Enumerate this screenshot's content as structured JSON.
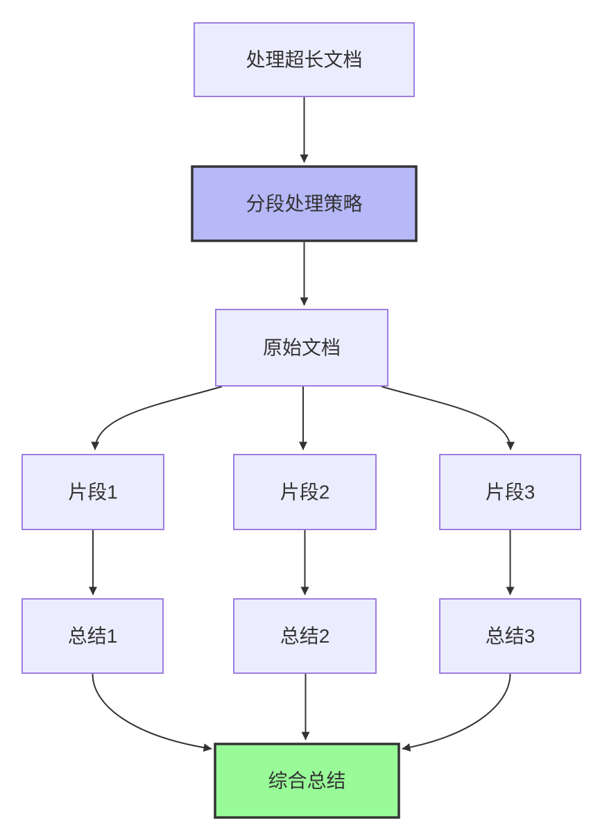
{
  "diagram": {
    "type": "flowchart",
    "direction": "top-down",
    "nodes": [
      {
        "id": "A",
        "label": "处理超长文档",
        "style": "default"
      },
      {
        "id": "B",
        "label": "分段处理策略",
        "style": "emphasis"
      },
      {
        "id": "C",
        "label": "原始文档",
        "style": "default"
      },
      {
        "id": "D",
        "label": "片段1",
        "style": "default"
      },
      {
        "id": "E",
        "label": "片段2",
        "style": "default"
      },
      {
        "id": "F",
        "label": "片段3",
        "style": "default"
      },
      {
        "id": "G",
        "label": "总结1",
        "style": "default"
      },
      {
        "id": "H",
        "label": "总结2",
        "style": "default"
      },
      {
        "id": "I",
        "label": "总结3",
        "style": "default"
      },
      {
        "id": "J",
        "label": "综合总结",
        "style": "result"
      }
    ],
    "edges": [
      {
        "from": "处理超长文档",
        "to": "分段处理策略"
      },
      {
        "from": "分段处理策略",
        "to": "原始文档"
      },
      {
        "from": "原始文档",
        "to": "片段1"
      },
      {
        "from": "原始文档",
        "to": "片段2"
      },
      {
        "from": "原始文档",
        "to": "片段3"
      },
      {
        "from": "片段1",
        "to": "总结1"
      },
      {
        "from": "片段2",
        "to": "总结2"
      },
      {
        "from": "片段3",
        "to": "总结3"
      },
      {
        "from": "总结1",
        "to": "综合总结"
      },
      {
        "from": "总结2",
        "to": "综合总结"
      },
      {
        "from": "总结3",
        "to": "综合总结"
      }
    ],
    "colors": {
      "background": "#FFFFFF",
      "node_fill": "#ECECFF",
      "node_border": "#9370DB",
      "emphasis_fill": "#B6B8F8",
      "emphasis_border": "#333333",
      "result_fill": "#98FB98",
      "result_border": "#333333",
      "edge_color": "#333333",
      "text_color": "#333333"
    }
  }
}
